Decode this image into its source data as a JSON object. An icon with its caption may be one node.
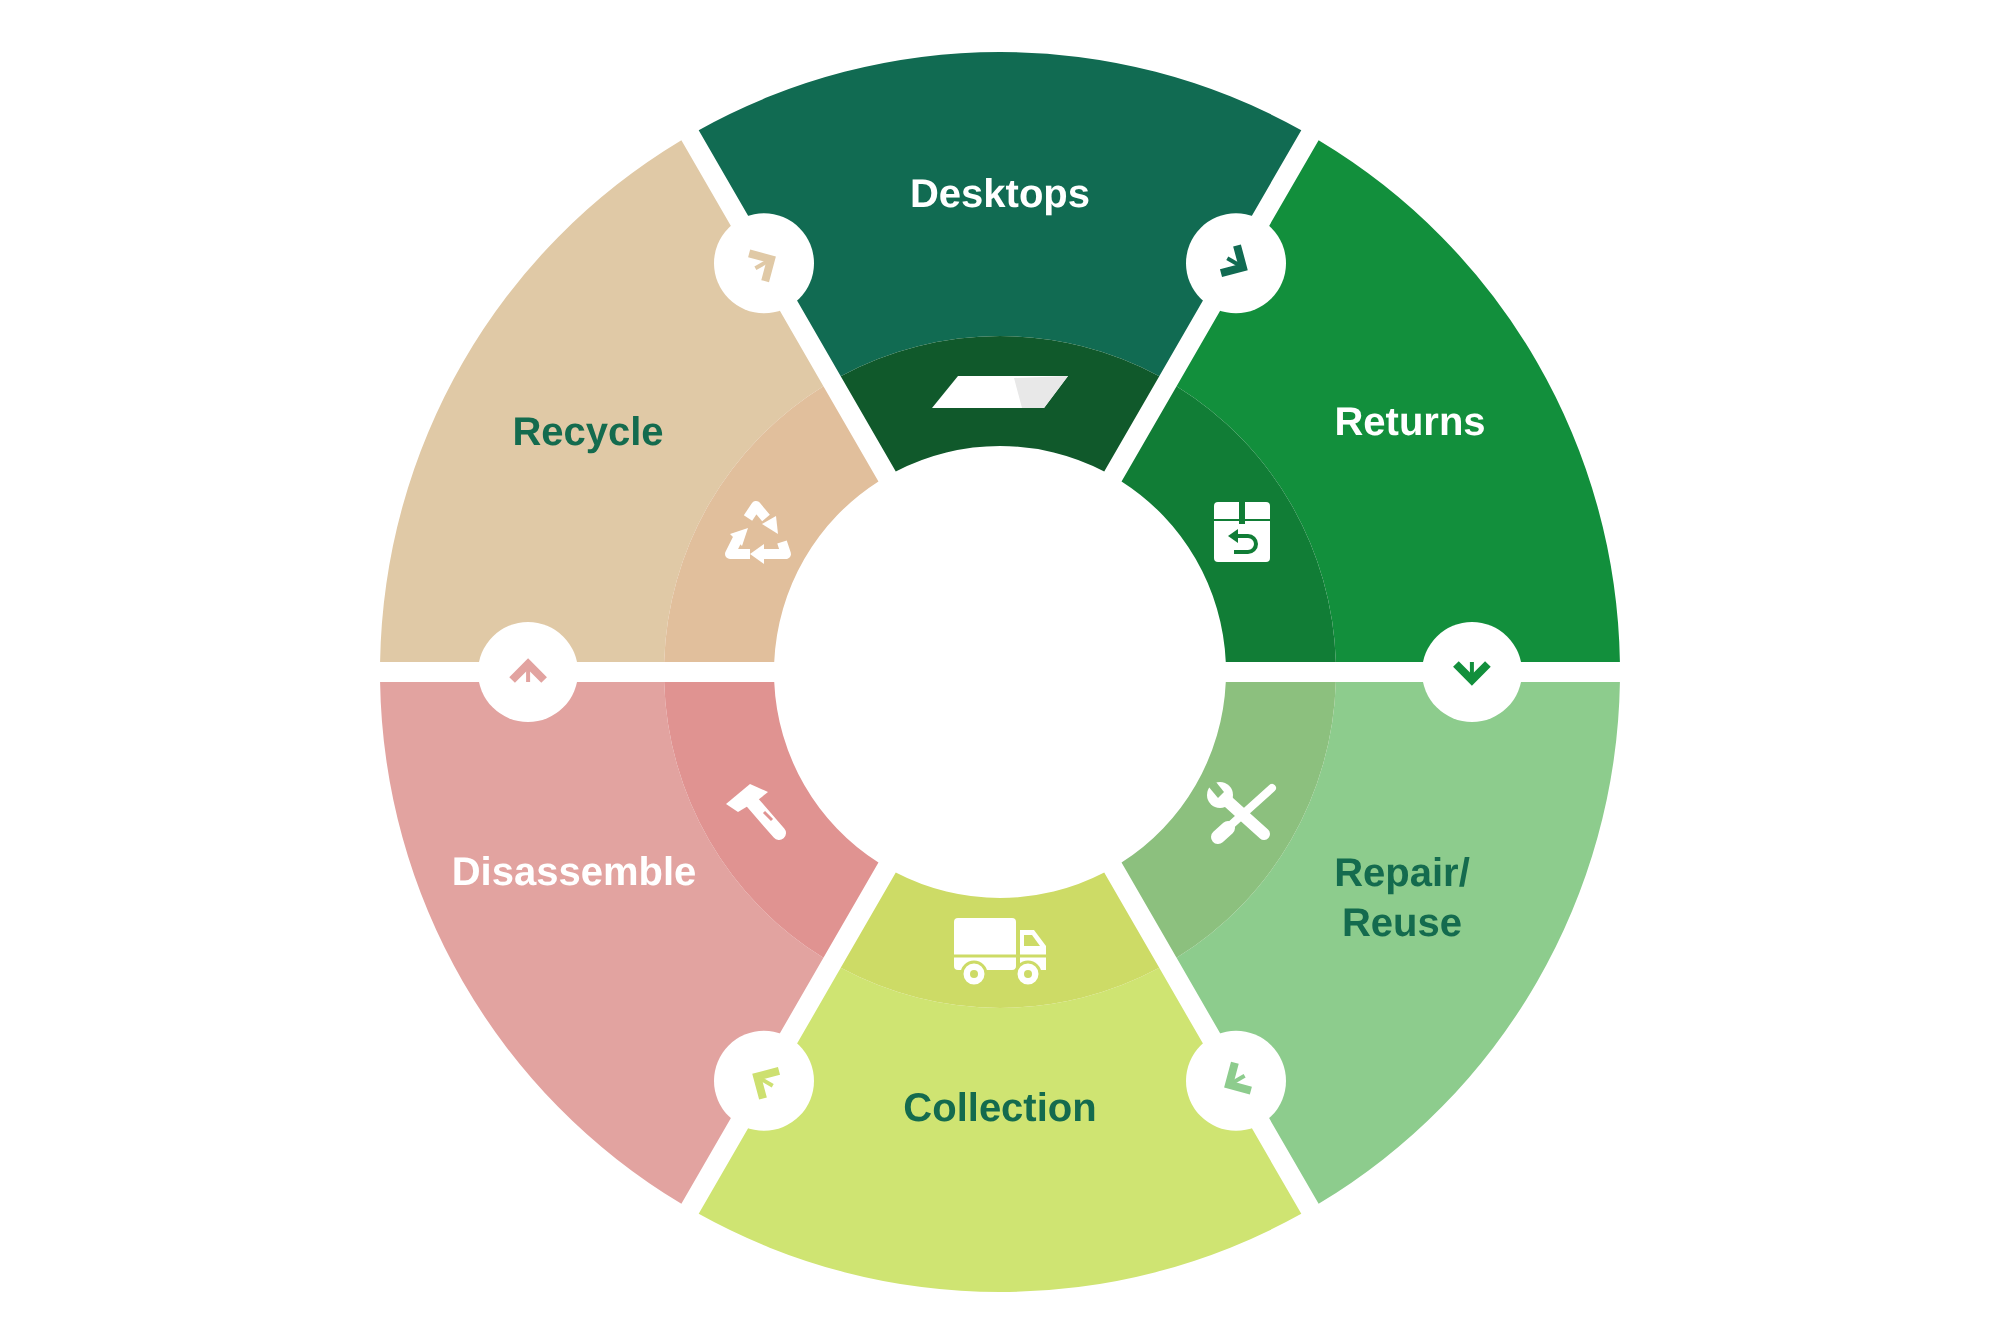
{
  "diagram": {
    "nodes": [
      {
        "text": [
          "Desktops"
        ]
      },
      {
        "text": [
          "Returns"
        ]
      },
      {
        "text": [
          "Repair/ Reuse"
        ]
      },
      {
        "text": [
          "Collection"
        ]
      },
      {
        "text": [
          "Disassemble"
        ]
      },
      {
        "text": [
          "Recycle"
        ]
      }
    ],
    "edges": [
      {
        "from": 0,
        "to": 1,
        "arrow": "to",
        "color": "#116b52"
      },
      {
        "from": 1,
        "to": 2,
        "arrow": "to",
        "color": "#128f3c"
      },
      {
        "from": 2,
        "to": 3,
        "arrow": "to",
        "color": "#8dcc8d"
      },
      {
        "from": 3,
        "to": 4,
        "arrow": "to",
        "color": "#cde070"
      },
      {
        "from": 4,
        "to": 5,
        "arrow": "to",
        "color": "#e2a3a0"
      },
      {
        "from": 5,
        "to": 0,
        "arrow": "to",
        "color": "#e0c9a6"
      }
    ]
  }
}
